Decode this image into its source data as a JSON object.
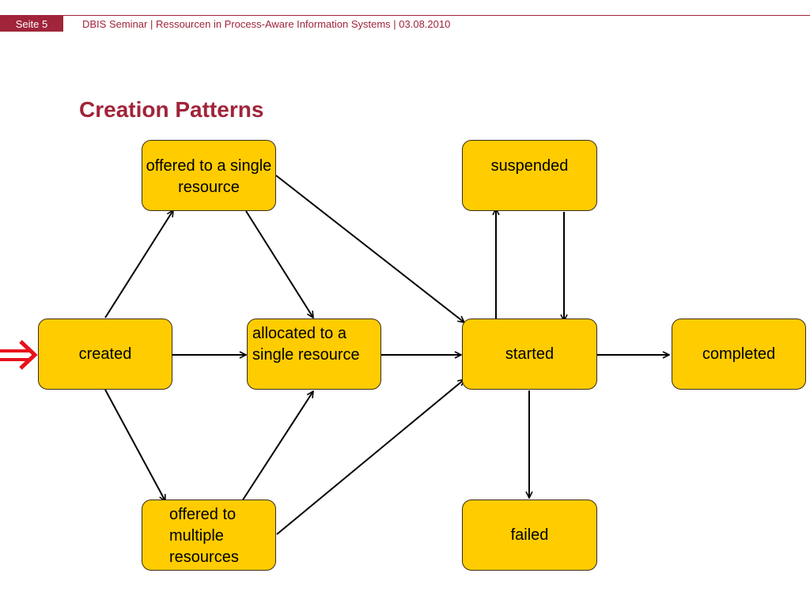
{
  "header": {
    "page_label": "Seite 5",
    "title": "DBIS Seminar | Ressourcen in Process-Aware Information Systems | 03.08.2010"
  },
  "slide": {
    "title": "Creation Patterns"
  },
  "nodes": {
    "offered_single": "offered to a single resource",
    "suspended": "suspended",
    "created": "created",
    "allocated_single": "allocated to a single resource",
    "started": "started",
    "completed": "completed",
    "offered_multiple": "offered to multiple resources",
    "failed": "failed"
  },
  "edges": [
    {
      "from": "created",
      "to": "offered_single"
    },
    {
      "from": "created",
      "to": "allocated_single"
    },
    {
      "from": "created",
      "to": "offered_multiple"
    },
    {
      "from": "offered_single",
      "to": "allocated_single"
    },
    {
      "from": "offered_single",
      "to": "started"
    },
    {
      "from": "offered_multiple",
      "to": "allocated_single"
    },
    {
      "from": "offered_multiple",
      "to": "started"
    },
    {
      "from": "allocated_single",
      "to": "started"
    },
    {
      "from": "started",
      "to": "suspended"
    },
    {
      "from": "suspended",
      "to": "started"
    },
    {
      "from": "started",
      "to": "completed"
    },
    {
      "from": "started",
      "to": "failed"
    }
  ],
  "colors": {
    "brand": "#a0243a",
    "node_fill": "#ffcc00",
    "entry_arrow": "#e8121c"
  }
}
